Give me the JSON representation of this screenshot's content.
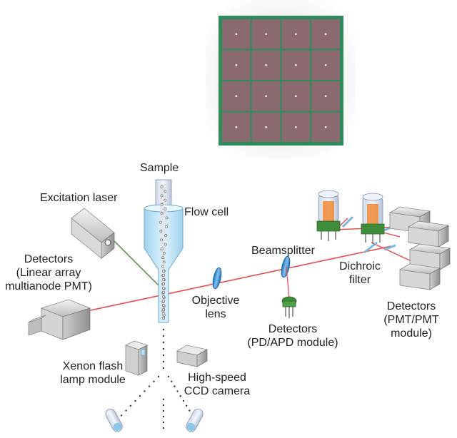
{
  "labels": {
    "sample": "Sample",
    "flow_cell": "Flow cell",
    "excitation_laser": "Excitation laser",
    "detectors_linear": [
      "Detectors",
      "(Linear array",
      "multianode PMT)"
    ],
    "beamsplitter": "Beamsplitter",
    "objective_lens": [
      "Objective",
      "lens"
    ],
    "detectors_pd": [
      "Detectors",
      "(PD/APD module)"
    ],
    "dichroic_filter": [
      "Dichroic",
      "filter"
    ],
    "detectors_pmt": [
      "Detectors",
      "(PMT/PMT",
      "module)"
    ],
    "xenon_flash": [
      "Xenon flash",
      "lamp module"
    ],
    "ccd_camera": [
      "High-speed",
      "CCD camera"
    ]
  },
  "sensor_array": {
    "rows": 4,
    "cols": 4
  },
  "colors": {
    "laser_beam": "#e8474b",
    "excitation_beam": "#4a8a3a",
    "flow_cell": "#bfe3f5",
    "lens": "#3a8fd6",
    "pmt_green": "#3f8c3a",
    "pmt_orange": "#f08a36",
    "sensor_bg": "#8a6a6e",
    "sensor_border": "#2e8c5a",
    "module_gray": "#c8c8c8"
  }
}
